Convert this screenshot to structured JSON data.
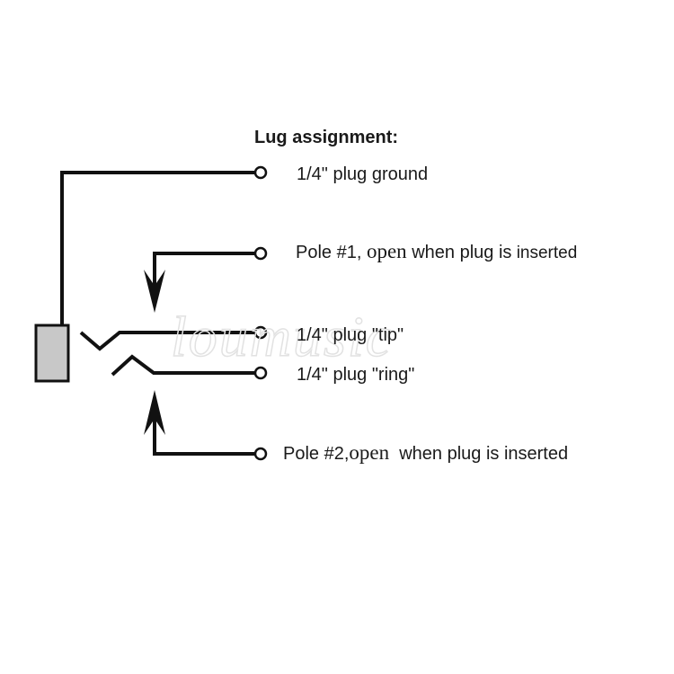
{
  "title": "Lug assignment:",
  "lugs": {
    "ground": {
      "label": "1/4\" plug ground"
    },
    "pole1": {
      "prefix": "Pole #1, ",
      "open": "open",
      "middle": " when plug is",
      "end": " inserted"
    },
    "tip": {
      "label": "1/4\" plug \"tip\""
    },
    "ring": {
      "label": "1/4\" plug \"ring\""
    },
    "pole2": {
      "prefix": "Pole #2,",
      "open": "open",
      "rest": "  when plug is inserted"
    }
  },
  "watermark": "loumusic",
  "colors": {
    "wire": "#111111",
    "sleeve_fill": "#c8c8c8",
    "watermark": "#e2e2e2"
  }
}
